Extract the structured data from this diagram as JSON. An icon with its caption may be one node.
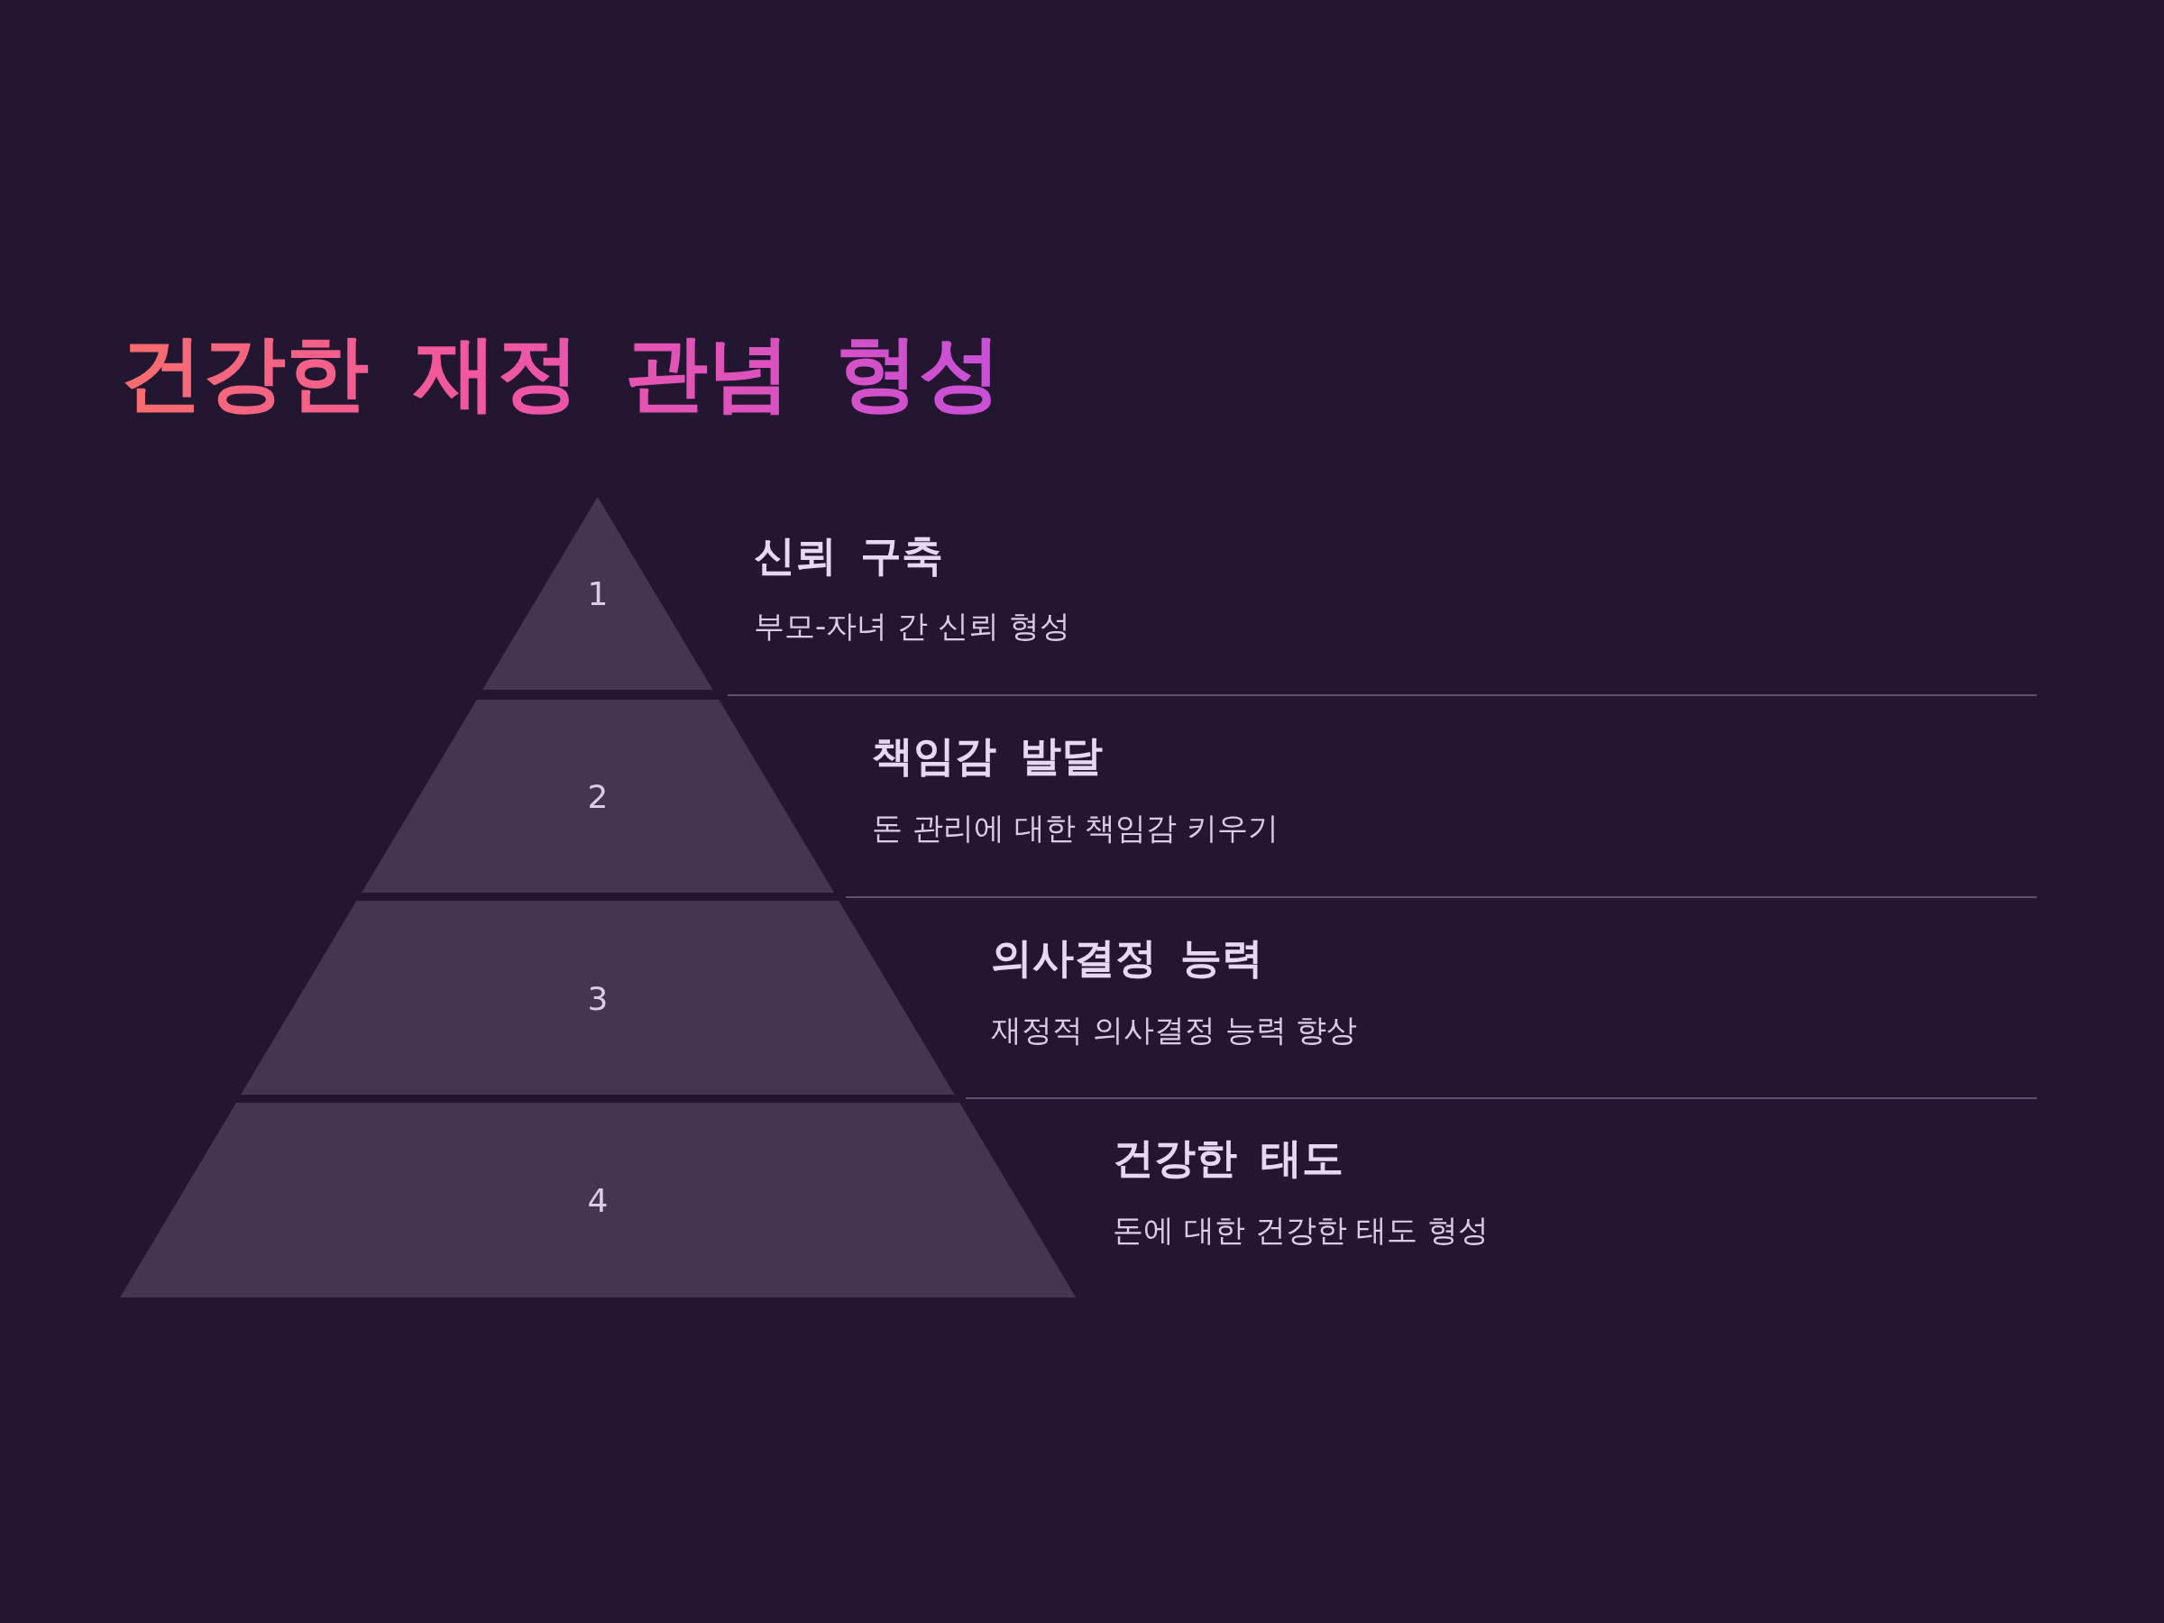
{
  "diagram": {
    "title": "건강한 재정 관념 형성",
    "nodes": [
      {
        "text": [
          "1"
        ],
        "beside": [
          "신뢰 구축",
          "부모-자녀 간 신뢰 형성"
        ]
      },
      {
        "text": [
          "2"
        ],
        "beside": [
          "책임감 발달",
          "돈 관리에 대한 책임감 키우기"
        ]
      },
      {
        "text": [
          "3"
        ],
        "beside": [
          "의사결정 능력",
          "재정적 의사결정 능력 향상"
        ]
      },
      {
        "text": [
          "4"
        ],
        "beside": [
          "건강한 태도",
          "돈에 대한 건강한 태도 형성"
        ]
      }
    ]
  }
}
